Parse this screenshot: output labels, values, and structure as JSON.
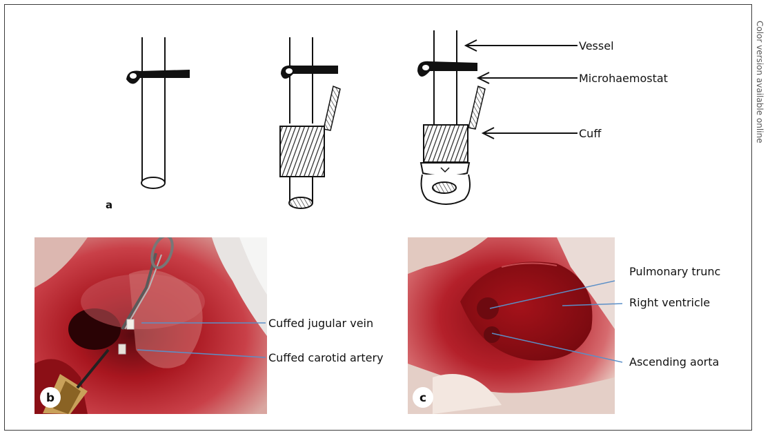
{
  "side_note": "Color version available online",
  "panel_a": {
    "letter": "a",
    "labels": {
      "vessel": "Vessel",
      "microhaemostat": "Microhaemostat",
      "cuff": "Cuff"
    }
  },
  "panel_b": {
    "letter": "b",
    "labels": {
      "jugular": "Cuffed jugular vein",
      "carotid": "Cuffed carotid artery"
    }
  },
  "panel_c": {
    "letter": "c",
    "labels": {
      "pulmonary": "Pulmonary trunc",
      "ventricle": "Right ventricle",
      "aorta": "Ascending aorta"
    }
  },
  "colors": {
    "leader_line": "#5b8fc7",
    "tissue_red": "#b8202a",
    "ink": "#111111"
  }
}
